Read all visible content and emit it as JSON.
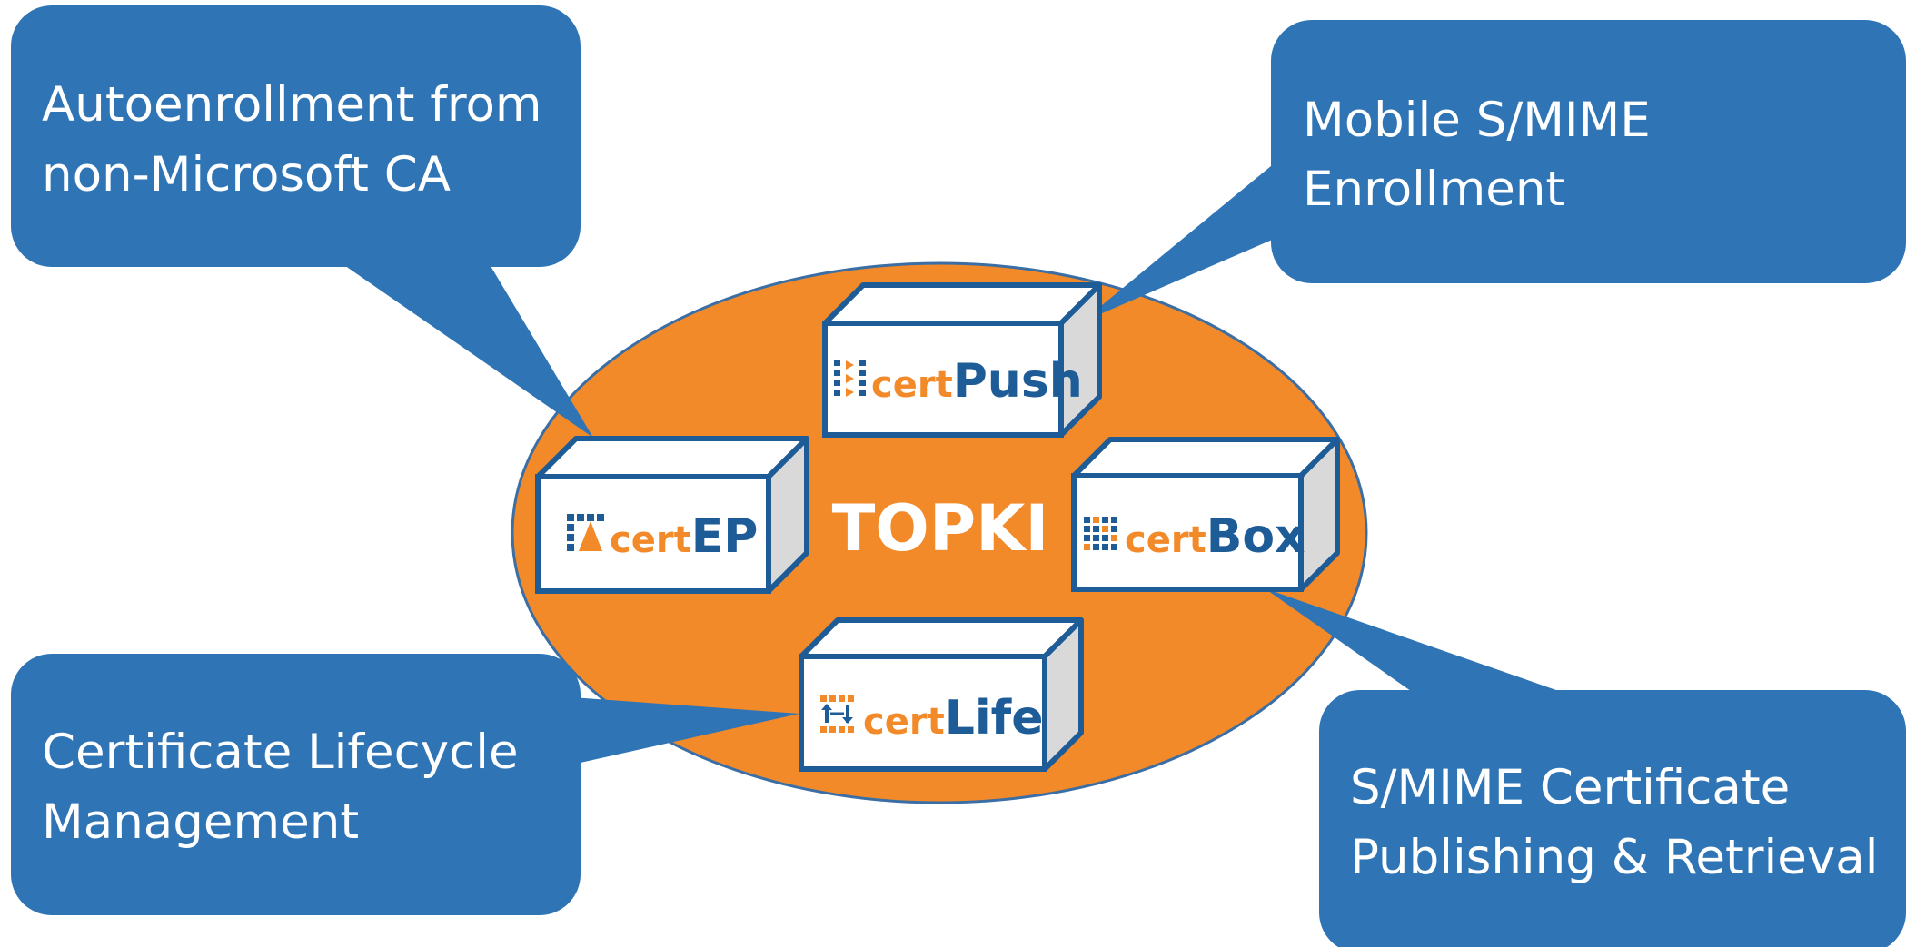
{
  "center": {
    "label": "TOPKI"
  },
  "modules": [
    {
      "cert": "cert",
      "name": "Push",
      "icon": "arrows-right-icon"
    },
    {
      "cert": "cert",
      "name": "EP",
      "icon": "triangle-grid-icon"
    },
    {
      "cert": "cert",
      "name": "Box",
      "icon": "grid-icon"
    },
    {
      "cert": "cert",
      "name": "Life",
      "icon": "cycle-arrows-icon"
    }
  ],
  "callouts": {
    "autoenrollment": {
      "line1": "Autoenrollment from",
      "line2": "non-Microsoft CA"
    },
    "mobile": {
      "line1": "Mobile S/MIME",
      "line2": "Enrollment"
    },
    "lifecycle": {
      "line1": "Certificate Lifecycle",
      "line2": "Management"
    },
    "publishing": {
      "line1": "S/MIME Certificate",
      "line2": "Publishing & Retrieval"
    }
  },
  "colors": {
    "callout_fill": "#2f74b5",
    "ellipse_fill": "#f28a2a",
    "ellipse_stroke": "#3a6ea5",
    "box_border": "#1e5c98",
    "box_side": "#d9d9d9",
    "brand_orange": "#f28a2a",
    "brand_blue": "#1e5c98"
  }
}
